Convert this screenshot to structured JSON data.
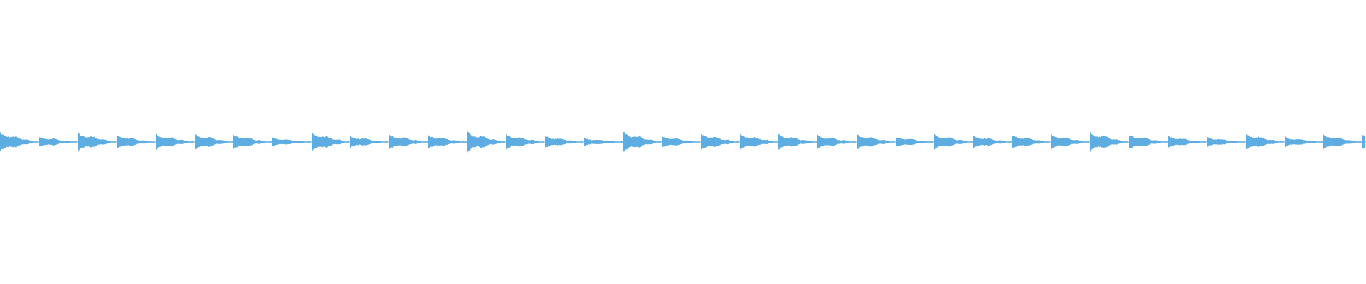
{
  "waveform": {
    "color": "#5dade2",
    "background": "#ffffff",
    "onset_times": [
      0.0,
      0.0285,
      0.057,
      0.0855,
      0.114,
      0.1425,
      0.171,
      0.1995,
      0.228,
      0.2565,
      0.285,
      0.3135,
      0.342,
      0.3705,
      0.399,
      0.4275,
      0.456,
      0.4845,
      0.513,
      0.5415,
      0.57,
      0.5985,
      0.627,
      0.6555,
      0.684,
      0.7125,
      0.741,
      0.7695,
      0.798,
      0.8265,
      0.855,
      0.8835,
      0.912,
      0.9405,
      0.969,
      0.9975
    ],
    "onset_peaks": [
      1.0,
      0.55,
      1.0,
      0.65,
      0.8,
      0.8,
      0.75,
      0.45,
      1.0,
      0.6,
      0.75,
      0.7,
      1.0,
      0.8,
      0.6,
      0.4,
      1.0,
      0.6,
      0.85,
      0.8,
      0.8,
      0.7,
      0.8,
      0.55,
      0.8,
      0.65,
      0.7,
      0.75,
      1.0,
      0.75,
      0.6,
      0.5,
      0.85,
      0.5,
      0.75,
      0.75
    ]
  }
}
